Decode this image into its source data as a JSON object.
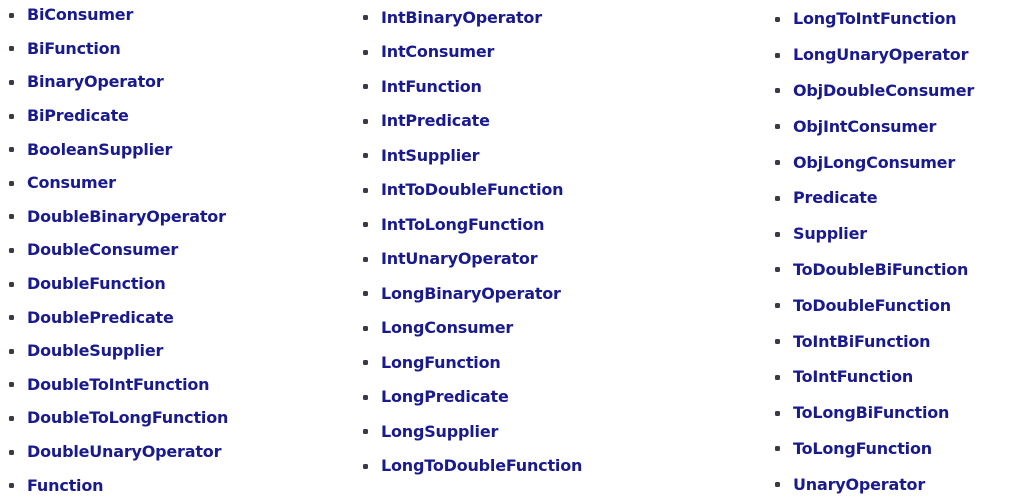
{
  "page": {
    "background_color": "#ffffff",
    "link_color": "#1a1a8f",
    "bullet_color": "#3a3a44"
  },
  "columns": [
    {
      "items": [
        "BiConsumer",
        "BiFunction",
        "BinaryOperator",
        "BiPredicate",
        "BooleanSupplier",
        "Consumer",
        "DoubleBinaryOperator",
        "DoubleConsumer",
        "DoubleFunction",
        "DoublePredicate",
        "DoubleSupplier",
        "DoubleToIntFunction",
        "DoubleToLongFunction",
        "DoubleUnaryOperator",
        "Function"
      ]
    },
    {
      "items": [
        "IntBinaryOperator",
        "IntConsumer",
        "IntFunction",
        "IntPredicate",
        "IntSupplier",
        "IntToDoubleFunction",
        "IntToLongFunction",
        "IntUnaryOperator",
        "LongBinaryOperator",
        "LongConsumer",
        "LongFunction",
        "LongPredicate",
        "LongSupplier",
        "LongToDoubleFunction"
      ]
    },
    {
      "items": [
        "LongToIntFunction",
        "LongUnaryOperator",
        "ObjDoubleConsumer",
        "ObjIntConsumer",
        "ObjLongConsumer",
        "Predicate",
        "Supplier",
        "ToDoubleBiFunction",
        "ToDoubleFunction",
        "ToIntBiFunction",
        "ToIntFunction",
        "ToLongBiFunction",
        "ToLongFunction",
        "UnaryOperator"
      ]
    }
  ]
}
